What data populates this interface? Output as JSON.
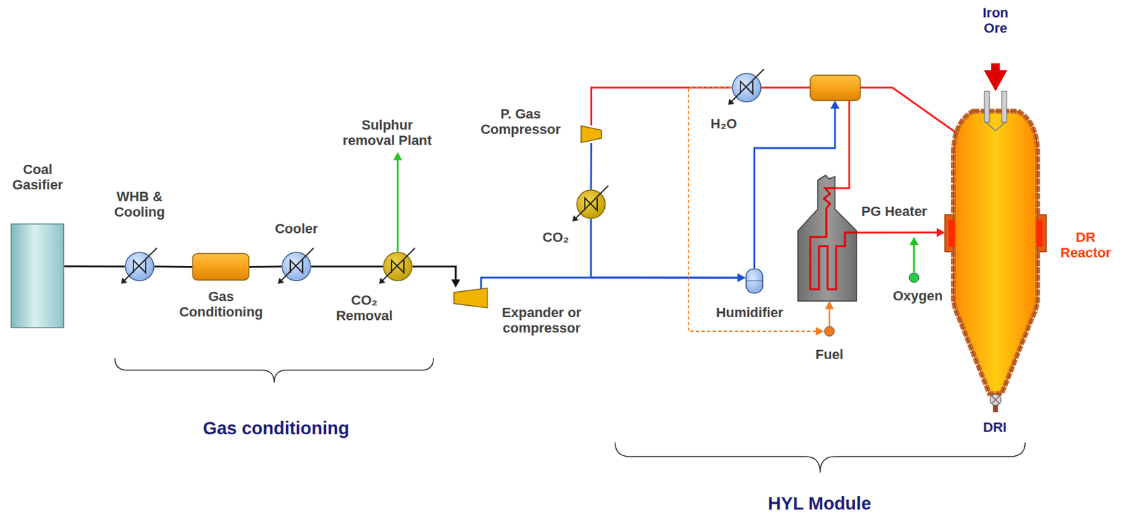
{
  "diagram": {
    "nodes": [
      {
        "text": [
          "Coal Gasifier"
        ]
      },
      {
        "text": [
          "WHB & Cooling"
        ]
      },
      {
        "text": [
          "Gas Conditioning"
        ]
      },
      {
        "text": [
          "Cooler"
        ]
      },
      {
        "text": [
          "CO₂ Removal"
        ]
      },
      {
        "text": [
          "Sulphur removal Plant"
        ]
      },
      {
        "text": [
          "Expander or compressor"
        ]
      },
      {
        "text": [
          "P. Gas Compressor"
        ]
      },
      {
        "text": [
          "CO₂"
        ]
      },
      {
        "text": [
          "H₂O"
        ]
      },
      {
        "text": [
          "Humidifier"
        ]
      },
      {
        "text": [
          "PG Heater"
        ]
      },
      {
        "text": [
          "Fuel"
        ]
      },
      {
        "text": [
          "Oxygen"
        ]
      },
      {
        "text": [
          "DR Reactor"
        ]
      },
      {
        "text": [
          "Iron Ore"
        ]
      }
    ],
    "edges": [
      {
        "from": 0,
        "to": 1,
        "arrow": "none"
      },
      {
        "from": 1,
        "to": 2,
        "arrow": "none"
      },
      {
        "from": 2,
        "to": 3,
        "arrow": "none"
      },
      {
        "from": 3,
        "to": 4,
        "arrow": "none"
      },
      {
        "from": 4,
        "to": 5,
        "arrow": "to"
      },
      {
        "from": 4,
        "to": 6,
        "arrow": "to"
      },
      {
        "from": 6,
        "to": 10,
        "arrow": "to"
      },
      {
        "from": 7,
        "to": 8,
        "arrow": "none"
      },
      {
        "from": 8,
        "to": 10,
        "arrow": "to"
      },
      {
        "from": 14,
        "to": 9,
        "arrow": "none"
      },
      {
        "from": 9,
        "to": 7,
        "arrow": "none"
      },
      {
        "from": 10,
        "to": 11,
        "arrow": "to"
      },
      {
        "from": 11,
        "to": 14,
        "arrow": "to"
      },
      {
        "from": 9,
        "to": 12,
        "arrow": "to"
      },
      {
        "from": 12,
        "to": 11,
        "arrow": "to"
      },
      {
        "from": 13,
        "to": 14,
        "arrow": "to"
      },
      {
        "from": 15,
        "to": 14,
        "arrow": "to"
      }
    ],
    "labels": [
      "Gas conditioning",
      "HYL Module",
      "DRI"
    ]
  }
}
